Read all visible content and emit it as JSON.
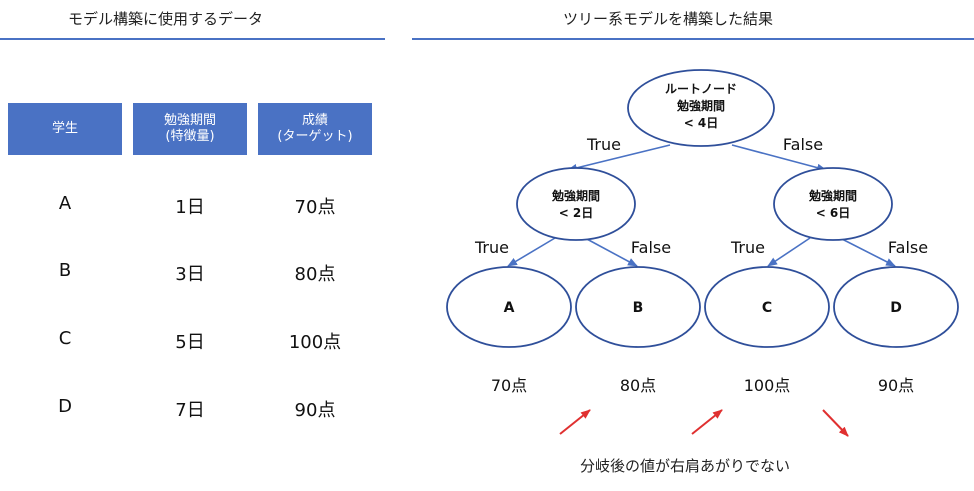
{
  "left": {
    "title": "モデル構築に使用するデータ",
    "headers": [
      {
        "line1": "学生",
        "line2": ""
      },
      {
        "line1": "勉強期間",
        "line2": "(特徴量)"
      },
      {
        "line1": "成績",
        "line2": "(ターゲット)"
      }
    ],
    "rows": [
      [
        "A",
        "1日",
        "70点"
      ],
      [
        "B",
        "3日",
        "80点"
      ],
      [
        "C",
        "5日",
        "100点"
      ],
      [
        "D",
        "7日",
        "90点"
      ]
    ]
  },
  "right": {
    "title": "ツリー系モデルを構築した結果",
    "root": {
      "line1": "ルートノード",
      "line2": "勉強期間",
      "line3": "< 4日"
    },
    "mid_left": {
      "line1": "勉強期間",
      "line2": "< 2日"
    },
    "mid_right": {
      "line1": "勉強期間",
      "line2": "< 6日"
    },
    "edges": {
      "root_left": "True",
      "root_right": "False",
      "ml_left": "True",
      "ml_right": "False",
      "mr_left": "True",
      "mr_right": "False"
    },
    "leaves": [
      "A",
      "B",
      "C",
      "D"
    ],
    "leaf_scores": [
      "70点",
      "80点",
      "100点",
      "90点"
    ],
    "note": "分岐後の値が右肩あがりでない"
  },
  "colors": {
    "accent": "#4a72c4",
    "arrow": "#e03030"
  }
}
